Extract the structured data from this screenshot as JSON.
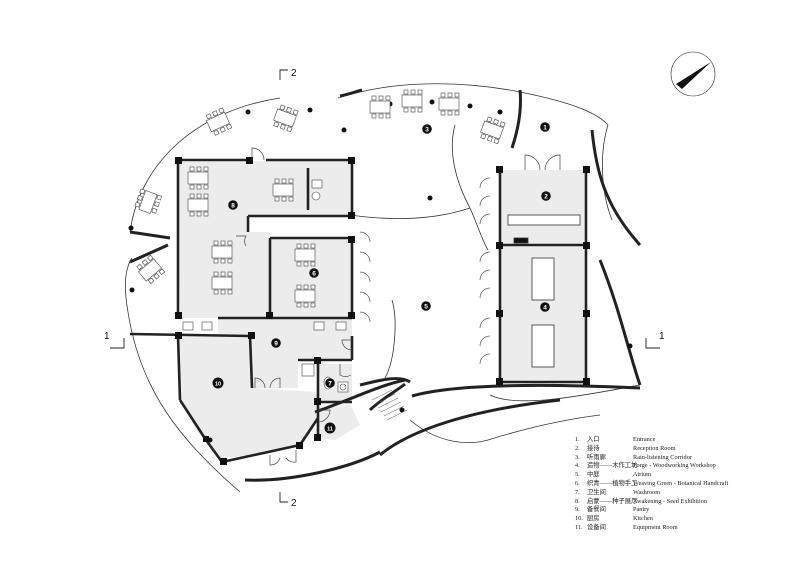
{
  "section_marks": {
    "top": "2",
    "bottom": "2",
    "left": "1",
    "right": "1"
  },
  "room_badges": [
    "1",
    "2",
    "3",
    "4",
    "5",
    "6",
    "7",
    "8",
    "9",
    "10",
    "11"
  ],
  "legend": [
    {
      "num": "1.",
      "zh": "入口",
      "en": "Entrance"
    },
    {
      "num": "2.",
      "zh": "接待",
      "en": "Reception Room"
    },
    {
      "num": "3.",
      "zh": "听雨廊",
      "en": "Rain-listening Corridor"
    },
    {
      "num": "4.",
      "zh": "造物——木作工坊",
      "en": "Forge - Woodworking Workshop"
    },
    {
      "num": "5.",
      "zh": "中庭",
      "en": "Atrium"
    },
    {
      "num": "6.",
      "zh": "织青——植物手工",
      "en": "Weaving Green - Botanical Handcraft"
    },
    {
      "num": "7.",
      "zh": "卫生间",
      "en": "Washroom"
    },
    {
      "num": "8.",
      "zh": "启蒙——种子展厅",
      "en": "Awakening - Seed Exhibition"
    },
    {
      "num": "9.",
      "zh": "备餐间",
      "en": "Pantry"
    },
    {
      "num": "10.",
      "zh": "厨房",
      "en": "Kitchen"
    },
    {
      "num": "11.",
      "zh": "设备间",
      "en": "Equipment Room"
    }
  ]
}
